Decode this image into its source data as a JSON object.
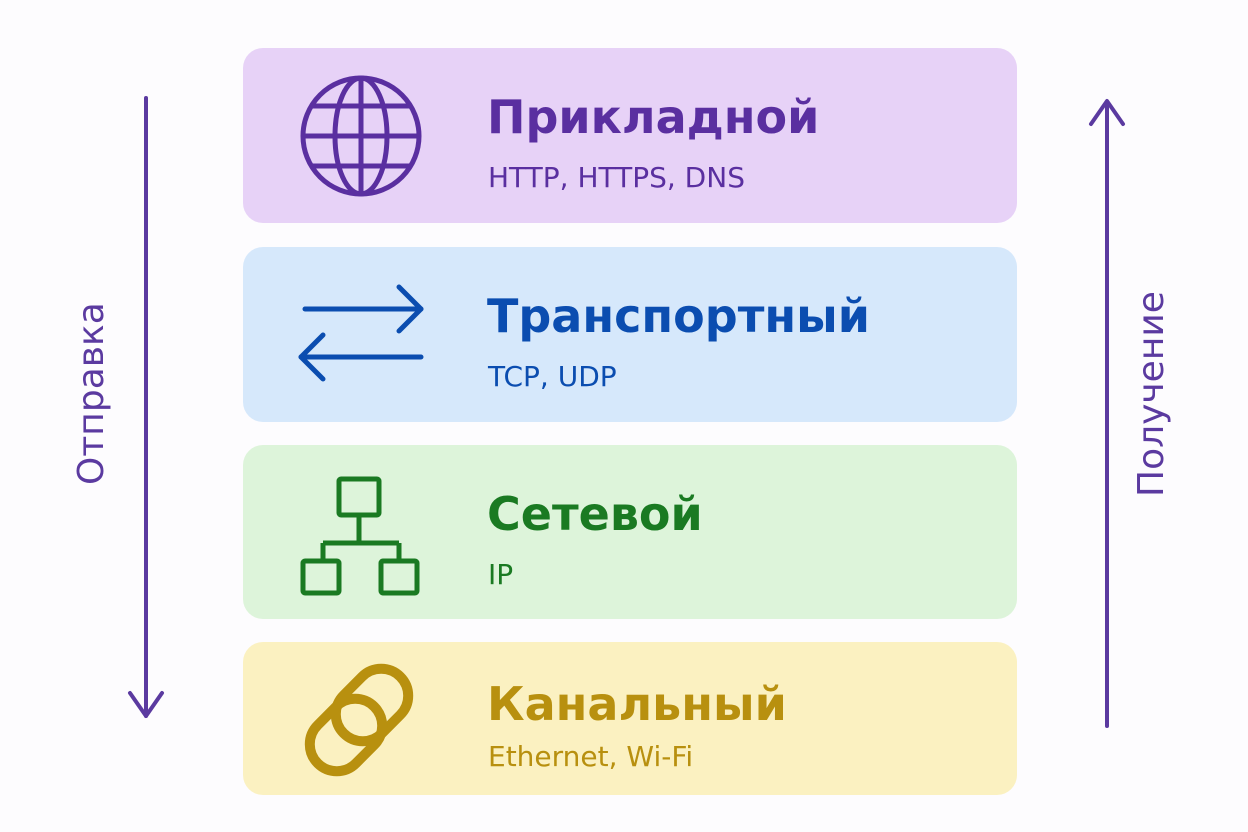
{
  "directions": {
    "send": {
      "label": "Отправка",
      "color": "#5b3aa0"
    },
    "receive": {
      "label": "Получение",
      "color": "#5b3aa0"
    }
  },
  "layers": [
    {
      "title": "Прикладной",
      "protocols": "HTTP, HTTPS, DNS",
      "icon": "globe-icon",
      "bg_color": "#e7d2f7",
      "text_color": "#5a2fa0"
    },
    {
      "title": "Транспортный",
      "protocols": "TCP, UDP",
      "icon": "two-way-arrows-icon",
      "bg_color": "#d6e8fb",
      "text_color": "#0b4db0"
    },
    {
      "title": "Сетевой",
      "protocols": "IP",
      "icon": "network-tree-icon",
      "bg_color": "#ddf4da",
      "text_color": "#1a7a22"
    },
    {
      "title": "Канальный",
      "protocols": "Ethernet, Wi-Fi",
      "icon": "chain-link-icon",
      "bg_color": "#fbf1c1",
      "text_color": "#b8900f"
    }
  ]
}
